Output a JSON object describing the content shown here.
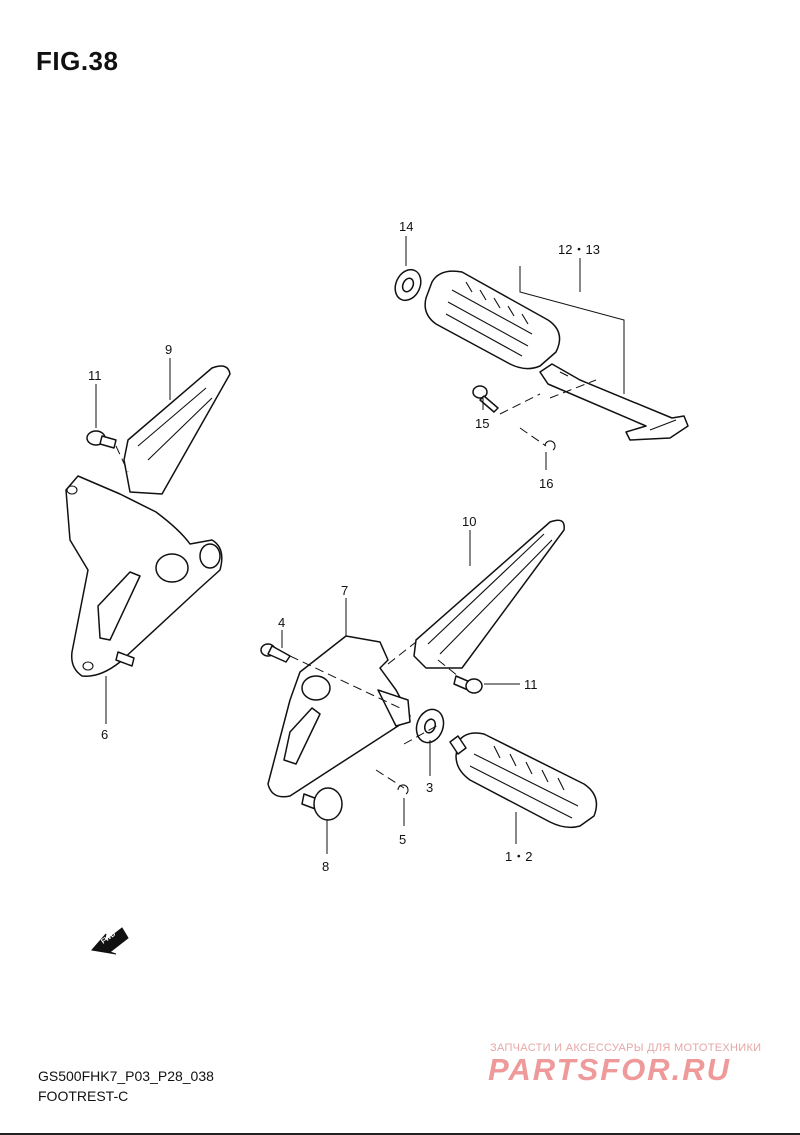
{
  "figure": {
    "title": "FIG.38"
  },
  "callouts": {
    "c14": "14",
    "c12_13": "12・13",
    "c9": "9",
    "c11_upper": "11",
    "c15": "15",
    "c16": "16",
    "c10": "10",
    "c7": "7",
    "c4": "4",
    "c11_lower": "11",
    "c6": "6",
    "c3": "3",
    "c5": "5",
    "c8": "8",
    "c1_2": "1・2"
  },
  "fwd_label": "FWD",
  "footer": {
    "model_code": "GS500FHK7_P03_P28_038",
    "section_name": "FOOTREST-C"
  },
  "watermark": {
    "tagline": "ЗАПЧАСТИ И АКСЕССУАРЫ ДЛЯ МОТОТЕХНИКИ",
    "brand": "PARTSFOR.RU"
  }
}
